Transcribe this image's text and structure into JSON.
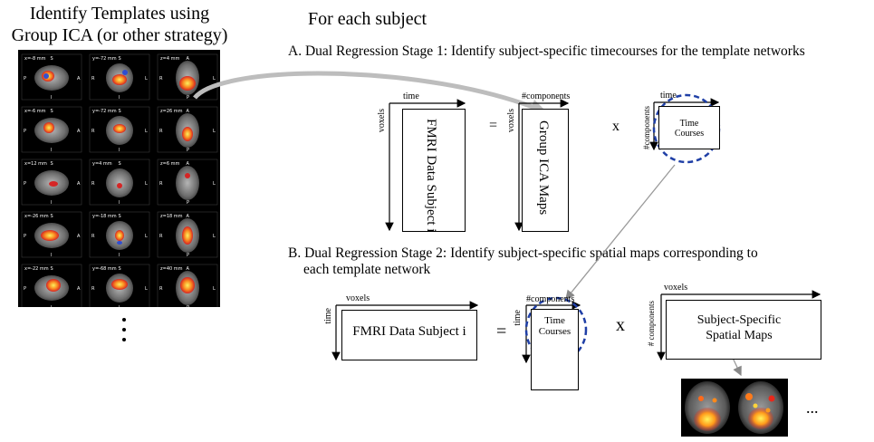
{
  "left_panel": {
    "title_line1": "Identify Templates using",
    "title_line2": "Group ICA (or other strategy)",
    "rows": [
      [
        "x=-8 mm",
        "y=-72 mm",
        "z=4 mm"
      ],
      [
        "x=-6 mm",
        "y=-72 mm",
        "z=26 mm"
      ],
      [
        "x=12 mm",
        "y=4 mm",
        "z=6 mm"
      ],
      [
        "x=-26 mm",
        "y=-18 mm",
        "z=18 mm"
      ],
      [
        "x=-22 mm",
        "y=-68 mm",
        "z=40 mm"
      ]
    ],
    "orientation": {
      "s": "S",
      "i": "I",
      "p": "P",
      "a": "A",
      "r": "R",
      "l": "L"
    }
  },
  "header": {
    "title": "For each subject"
  },
  "stage1": {
    "title": "A. Dual Regression Stage 1: Identify subject-specific timecourses for the template networks",
    "data_label": "FMRI Data Subject i",
    "maps_label": "Group ICA Maps",
    "time_label": "time",
    "voxels_label": "voxels",
    "components_label": "#components",
    "equals": "=",
    "times": "x",
    "tc_line1": "Time",
    "tc_line2": "Courses"
  },
  "stage2": {
    "title_line1": "B. Dual Regression Stage 2: Identify subject-specific spatial maps corresponding to",
    "title_line2": "each template network",
    "data_label": "FMRI Data Subject i",
    "voxels_label": "voxels",
    "time_label": "time",
    "components_label": "#components",
    "components_label2": "# components",
    "tc_line1": "Time",
    "tc_line2": "Courses",
    "equals": "=",
    "times": "x",
    "ssm_line1": "Subject-Specific",
    "ssm_line2": "Spatial Maps",
    "ellipsis": "..."
  }
}
